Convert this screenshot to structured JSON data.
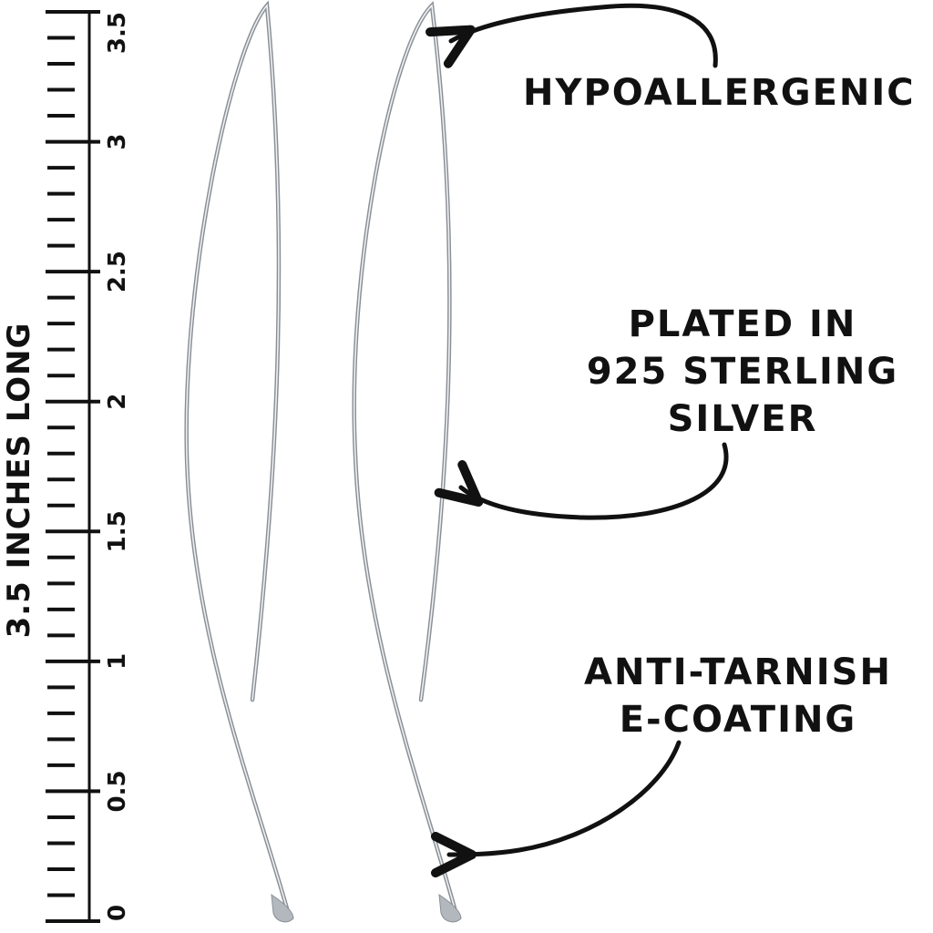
{
  "ruler": {
    "title": "3.5 INCHES LONG",
    "labels": [
      "0",
      "0.5",
      "1",
      "1.5",
      "2",
      "2.5",
      "3",
      "3.5"
    ],
    "unit_max": 3.5,
    "ticks_per_unit": 10
  },
  "callouts": {
    "hypoallergenic": [
      "HYPOALLERGENIC"
    ],
    "plated": [
      "PLATED IN",
      "925 STERLING",
      "SILVER"
    ],
    "anti_tarnish": [
      "ANTI-TARNISH",
      "E-COATING"
    ]
  },
  "colors": {
    "ink": "#111111",
    "wire_light": "#eef0f2",
    "wire_dark": "#8a8f96",
    "background": "#ffffff"
  }
}
